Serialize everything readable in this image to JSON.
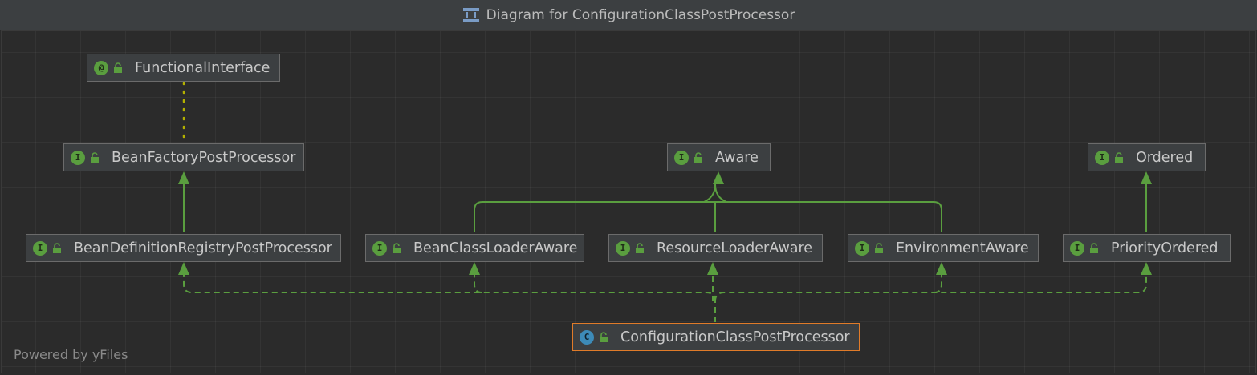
{
  "window": {
    "title": "Diagram for ConfigurationClassPostProcessor",
    "title_icon": "diagram-icon"
  },
  "colors": {
    "background": "#2b2b2b",
    "node_fill": "#3c3f41",
    "node_border": "#6b6b6b",
    "selected_border": "#e07b29",
    "edge": "#5a9e3f",
    "annotation_edge": "#b3b000",
    "interface_badge": "#5a9e3f",
    "class_badge": "#3d8bb8"
  },
  "nodes": [
    {
      "id": "functional-interface",
      "label": "FunctionalInterface",
      "kind": "annotation",
      "badge": "@",
      "icon": "annotation-icon"
    },
    {
      "id": "bean-factory-post-processor",
      "label": "BeanFactoryPostProcessor",
      "kind": "interface",
      "badge": "I",
      "icon": "interface-icon"
    },
    {
      "id": "aware",
      "label": "Aware",
      "kind": "interface",
      "badge": "I",
      "icon": "interface-icon"
    },
    {
      "id": "ordered",
      "label": "Ordered",
      "kind": "interface",
      "badge": "I",
      "icon": "interface-icon"
    },
    {
      "id": "bean-definition-registry-post-processor",
      "label": "BeanDefinitionRegistryPostProcessor",
      "kind": "interface",
      "badge": "I",
      "icon": "interface-icon"
    },
    {
      "id": "bean-class-loader-aware",
      "label": "BeanClassLoaderAware",
      "kind": "interface",
      "badge": "I",
      "icon": "interface-icon"
    },
    {
      "id": "resource-loader-aware",
      "label": "ResourceLoaderAware",
      "kind": "interface",
      "badge": "I",
      "icon": "interface-icon"
    },
    {
      "id": "environment-aware",
      "label": "EnvironmentAware",
      "kind": "interface",
      "badge": "I",
      "icon": "interface-icon"
    },
    {
      "id": "priority-ordered",
      "label": "PriorityOrdered",
      "kind": "interface",
      "badge": "I",
      "icon": "interface-icon"
    },
    {
      "id": "configuration-class-post-processor",
      "label": "ConfigurationClassPostProcessor",
      "kind": "class",
      "badge": "C",
      "icon": "class-icon",
      "selected": true
    }
  ],
  "edges": [
    {
      "from": "bean-factory-post-processor",
      "to": "functional-interface",
      "type": "annotated-by"
    },
    {
      "from": "bean-definition-registry-post-processor",
      "to": "bean-factory-post-processor",
      "type": "extends"
    },
    {
      "from": "bean-class-loader-aware",
      "to": "aware",
      "type": "extends"
    },
    {
      "from": "resource-loader-aware",
      "to": "aware",
      "type": "extends"
    },
    {
      "from": "environment-aware",
      "to": "aware",
      "type": "extends"
    },
    {
      "from": "priority-ordered",
      "to": "ordered",
      "type": "extends"
    },
    {
      "from": "configuration-class-post-processor",
      "to": "bean-definition-registry-post-processor",
      "type": "implements"
    },
    {
      "from": "configuration-class-post-processor",
      "to": "bean-class-loader-aware",
      "type": "implements"
    },
    {
      "from": "configuration-class-post-processor",
      "to": "resource-loader-aware",
      "type": "implements"
    },
    {
      "from": "configuration-class-post-processor",
      "to": "environment-aware",
      "type": "implements"
    },
    {
      "from": "configuration-class-post-processor",
      "to": "priority-ordered",
      "type": "implements"
    }
  ],
  "footer": {
    "powered_by": "Powered by yFiles"
  }
}
